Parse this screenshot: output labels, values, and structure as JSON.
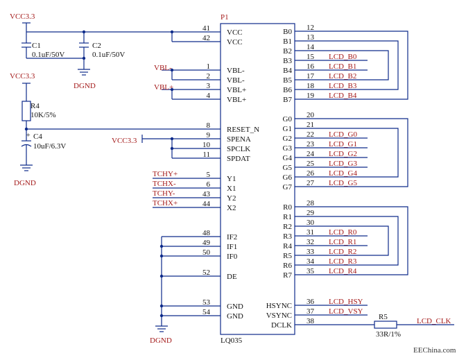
{
  "colors": {
    "wire": "#0d2a8a",
    "label": "#a41a1a",
    "text": "#111111",
    "wm": "#333333"
  },
  "chip": {
    "designator": "P1",
    "part": "LQ035",
    "left": [
      {
        "pin": "41",
        "name": "VCC"
      },
      {
        "pin": "42",
        "name": "VCC"
      },
      {
        "pin": "1",
        "name": "VBL-"
      },
      {
        "pin": "2",
        "name": "VBL-"
      },
      {
        "pin": "3",
        "name": "VBL+"
      },
      {
        "pin": "4",
        "name": "VBL+"
      },
      {
        "pin": "8",
        "name": "RESET_N"
      },
      {
        "pin": "9",
        "name": "SPENA"
      },
      {
        "pin": "10",
        "name": "SPCLK"
      },
      {
        "pin": "11",
        "name": "SPDAT"
      },
      {
        "pin": "5",
        "name": "Y1"
      },
      {
        "pin": "6",
        "name": "X1"
      },
      {
        "pin": "43",
        "name": "Y2"
      },
      {
        "pin": "44",
        "name": "X2"
      },
      {
        "pin": "48",
        "name": "IF2"
      },
      {
        "pin": "49",
        "name": "IF1"
      },
      {
        "pin": "50",
        "name": "IF0"
      },
      {
        "pin": "52",
        "name": "DE"
      },
      {
        "pin": "53",
        "name": "GND"
      },
      {
        "pin": "54",
        "name": "GND"
      }
    ],
    "right": [
      {
        "pin": "12",
        "name": "B0",
        "net": ""
      },
      {
        "pin": "13",
        "name": "B1",
        "net": ""
      },
      {
        "pin": "14",
        "name": "B2",
        "net": ""
      },
      {
        "pin": "15",
        "name": "B3",
        "net": "LCD_B0"
      },
      {
        "pin": "16",
        "name": "B4",
        "net": "LCD_B1"
      },
      {
        "pin": "17",
        "name": "B5",
        "net": "LCD_B2"
      },
      {
        "pin": "18",
        "name": "B6",
        "net": "LCD_B3"
      },
      {
        "pin": "19",
        "name": "B7",
        "net": "LCD_B4"
      },
      {
        "pin": "20",
        "name": "G0",
        "net": ""
      },
      {
        "pin": "21",
        "name": "G1",
        "net": ""
      },
      {
        "pin": "22",
        "name": "G2",
        "net": "LCD_G0"
      },
      {
        "pin": "23",
        "name": "G3",
        "net": "LCD_G1"
      },
      {
        "pin": "24",
        "name": "G4",
        "net": "LCD_G2"
      },
      {
        "pin": "25",
        "name": "G5",
        "net": "LCD_G3"
      },
      {
        "pin": "26",
        "name": "G6",
        "net": "LCD_G4"
      },
      {
        "pin": "27",
        "name": "G7",
        "net": "LCD_G5"
      },
      {
        "pin": "28",
        "name": "R0",
        "net": ""
      },
      {
        "pin": "29",
        "name": "R1",
        "net": ""
      },
      {
        "pin": "30",
        "name": "R2",
        "net": ""
      },
      {
        "pin": "31",
        "name": "R3",
        "net": "LCD_R0"
      },
      {
        "pin": "32",
        "name": "R4",
        "net": "LCD_R1"
      },
      {
        "pin": "33",
        "name": "R5",
        "net": "LCD_R2"
      },
      {
        "pin": "34",
        "name": "R6",
        "net": "LCD_R3"
      },
      {
        "pin": "35",
        "name": "R7",
        "net": "LCD_R4"
      },
      {
        "pin": "36",
        "name": "HSYNC",
        "net": "LCD_HSY"
      },
      {
        "pin": "37",
        "name": "VSYNC",
        "net": "LCD_VSY"
      },
      {
        "pin": "38",
        "name": "DCLK",
        "net": ""
      }
    ]
  },
  "nets_left": {
    "vbl_minus": "VBL-",
    "vbl_plus": "VBL+",
    "tchy_p": "TCHY+",
    "tchx_m": "TCHX-",
    "tchy_m": "TCHY-",
    "tchx_p": "TCHX+"
  },
  "power": {
    "vcc_top": "VCC3.3",
    "vcc_mid": "VCC3.3",
    "vcc_spena": "VCC3.3",
    "gnd1": "DGND",
    "gnd2": "DGND",
    "gnd3": "DGND"
  },
  "components": {
    "C1": {
      "ref": "C1",
      "value": "0.1uF/50V"
    },
    "C2": {
      "ref": "C2",
      "value": "0.1uF/50V"
    },
    "R4": {
      "ref": "R4",
      "value": "10K/5%"
    },
    "C4": {
      "ref": "C4",
      "value": "10uF/6.3V",
      "polarity": "+"
    },
    "R5": {
      "ref": "R5",
      "value": "33R/1%",
      "net": "LCD_CLK"
    }
  },
  "watermark": "EEChina.com"
}
